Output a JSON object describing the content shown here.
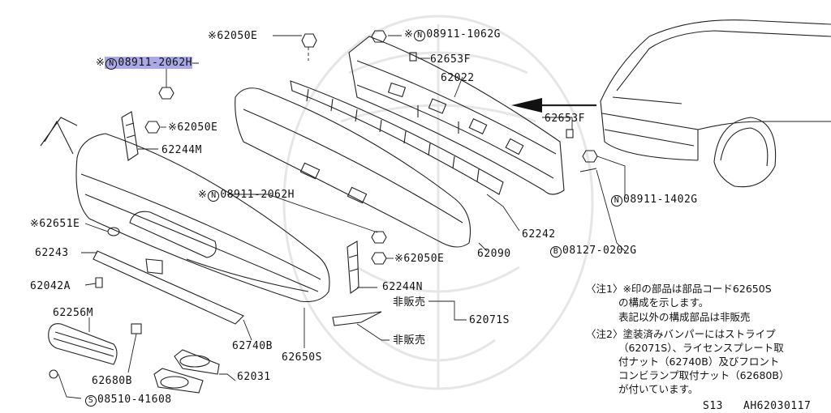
{
  "labels": {
    "p62050e_top": "※62050E",
    "p08911_1062g": "08911-1062G",
    "p08911_2062h_top": "08911-2062H",
    "p62653f_top": "62653F",
    "p62022": "62022",
    "p62050e_mid": "※62050E",
    "p62653f_mid": "62653F",
    "p62244m": "62244M",
    "p08911_2062h_mid": "08911-2062H",
    "p08911_1402g": "08911-1402G",
    "p62651e": "※62651E",
    "p62242": "62242",
    "p62243": "62243",
    "p62050e_low": "※62050E",
    "p62090": "62090",
    "p08127_0202g": "08127-0202G",
    "p62042a": "62042A",
    "p62244n": "62244N",
    "p62256m": "62256M",
    "hihanbai_1": "非販売",
    "p62071s": "62071S",
    "hihanbai_2": "非販売",
    "p62740b": "62740B",
    "p62650s": "62650S",
    "p62680b": "62680B",
    "p62031": "62031",
    "p08510_41608": "08510-41608",
    "star": "※",
    "circle_n": "N",
    "circle_b": "B",
    "circle_s": "S"
  },
  "notes": {
    "note1_line1": "〈注1〉※印の部品は部品コード62650S",
    "note1_line2": "の構成を示します。",
    "note1_line3": "表記以外の構成部品は非販売",
    "note2_line1": "〈注2〉塗装済みバンパーにはストライプ",
    "note2_line2": "（62071S）、ライセンスプレート取",
    "note2_line3": "付ナット（62740B）及びフロント",
    "note2_line4": "コンビランプ取付ナット（62680B）",
    "note2_line5": "が付いています。"
  },
  "footer": {
    "model": "S13",
    "code": "AH62030117"
  }
}
